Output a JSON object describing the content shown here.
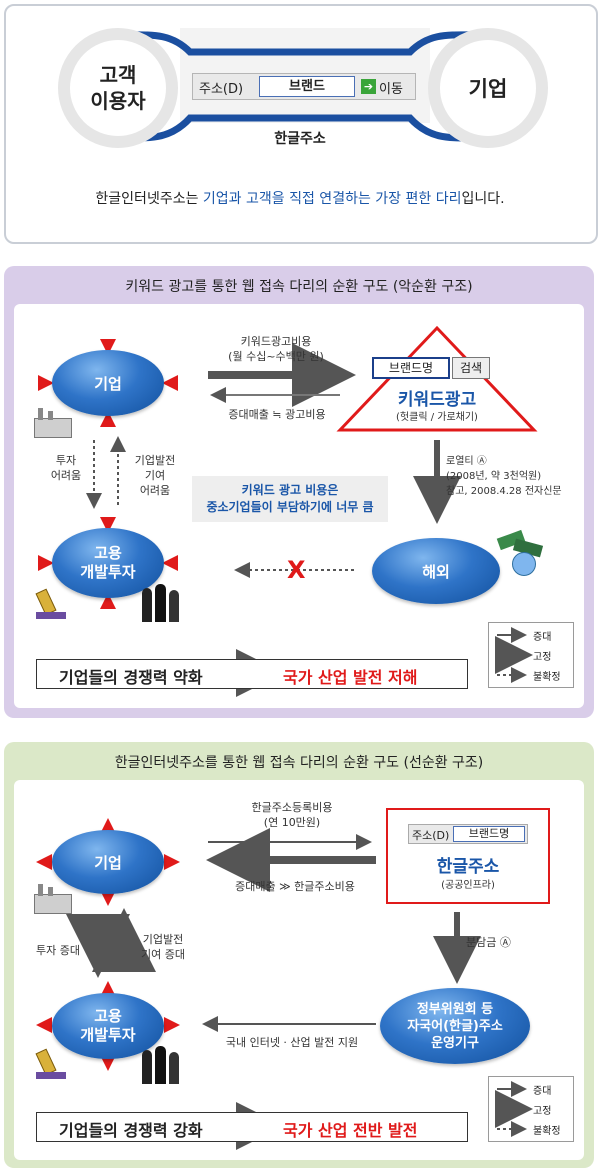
{
  "top": {
    "left_circle": [
      "고객",
      "이용자"
    ],
    "right_circle": "기업",
    "addr_label": "주소(D)",
    "addr_value": "브랜드",
    "go_label": "이동",
    "hangul_addr": "한글주소",
    "caption_pre": "한글인터넷주소는 ",
    "caption_highlight": "기업과 고객을 직접 연결하는 가장 편한 다리",
    "caption_post": "입니다."
  },
  "vicious": {
    "title": "키워드 광고를 통한 웹 접속 다리의 순환 구도 (악순환 구조)",
    "company": "기업",
    "invest": [
      "고용",
      "개발투자"
    ],
    "overseas": "해외",
    "cost_label": [
      "키워드광고비용",
      "(월 수십~수백만 원)"
    ],
    "return_label": "증대매출 ≒ 광고비용",
    "brand_box": "브랜드명",
    "search_box": "검색",
    "keyword_ad": "키워드광고",
    "keyword_ad_sub": "(헛클릭 / 가로채기)",
    "royalty": [
      "로열티 Ⓐ",
      "(2008년, 약 3천억원)",
      "참고, 2008.4.28 전자신문"
    ],
    "note": [
      "키워드 광고 비용은",
      "중소기업들이 부담하기에 너무 큼"
    ],
    "invest_hard": [
      "투자",
      "어려움"
    ],
    "contrib_hard": [
      "기업발전",
      "기여",
      "어려움"
    ],
    "x_mark": "X",
    "bottom_left": "기업들의 경쟁력 약화",
    "bottom_right": "국가 산업 발전 저해"
  },
  "virtuous": {
    "title": "한글인터넷주소를 통한 웹 접속 다리의 순환 구도 (선순환 구조)",
    "company": "기업",
    "invest": [
      "고용",
      "개발투자"
    ],
    "cost_label": [
      "한글주소등록비용",
      "(연 10만원)"
    ],
    "return_label": "증대매출 ≫ 한글주소비용",
    "addr_label": "주소(D)",
    "addr_value": "브랜드명",
    "hangul_addr": "한글주소",
    "hangul_addr_sub": "(공공인프라)",
    "share": "분담금 Ⓐ",
    "gov": [
      "정부위원회 등",
      "자국어(한글)주소",
      "운영기구"
    ],
    "domestic": "국내 인터넷 · 산업 발전 지원",
    "invest_up": "투자 증대",
    "contrib_up": [
      "기업발전",
      "기여 증대"
    ],
    "bottom_left": "기업들의 경쟁력 강화",
    "bottom_right": "국가 산업 전반 발전"
  },
  "legend": [
    "증대",
    "고정",
    "불확정"
  ],
  "colors": {
    "blue_text": "#1a56a8",
    "red": "#e01a1a",
    "purple_panel": "#d9cde9",
    "green_panel": "#dbe8c8",
    "dark_arrow": "#555555"
  }
}
